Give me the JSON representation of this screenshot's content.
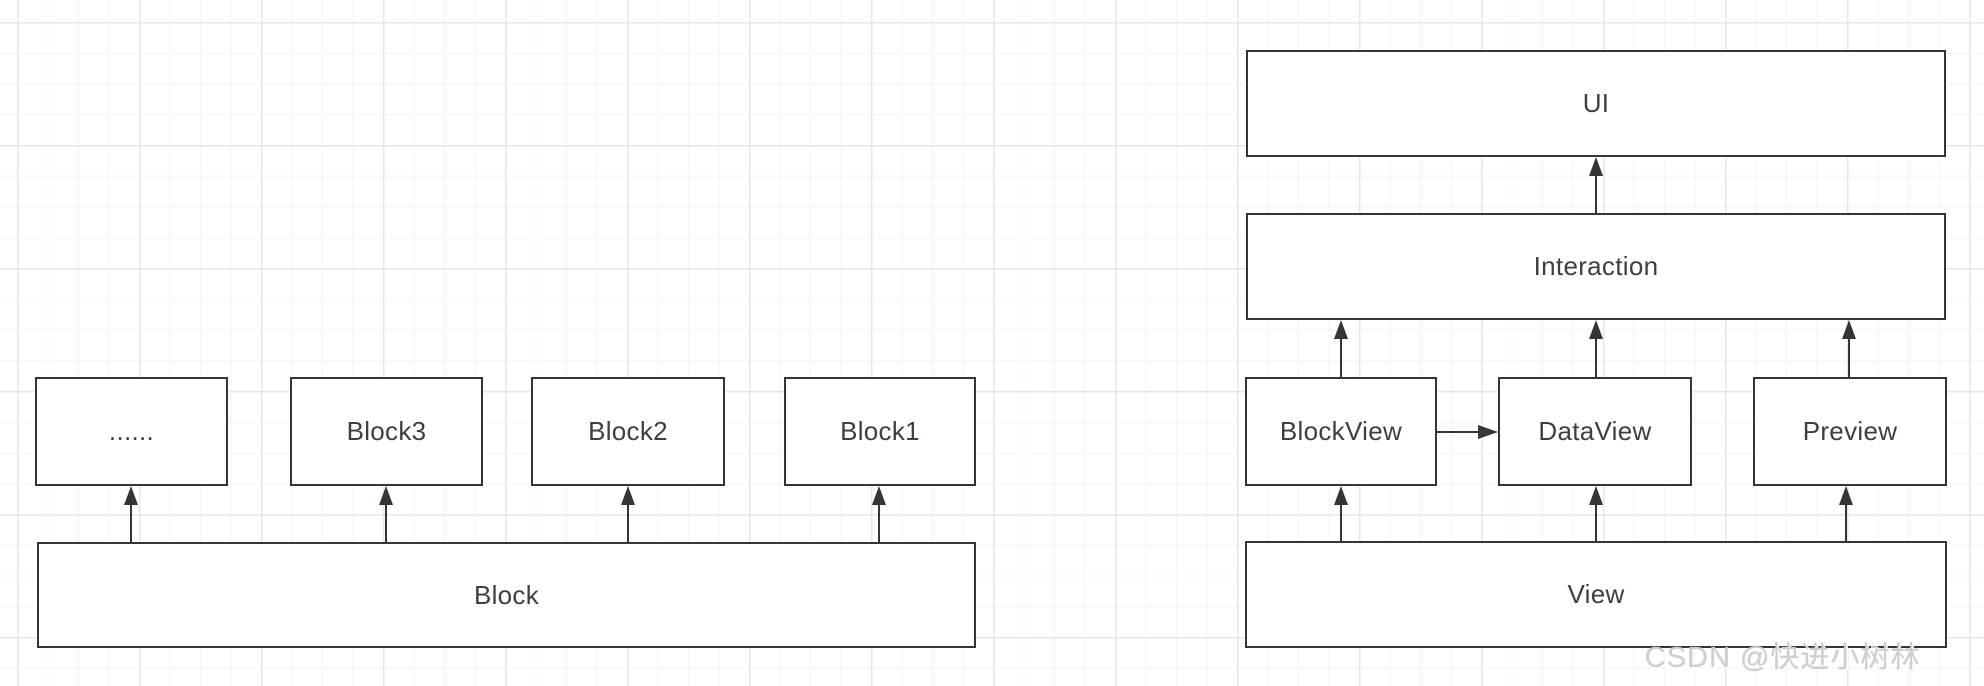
{
  "diagram": {
    "left_group": {
      "blocks_row": [
        "......",
        "Block3",
        "Block2",
        "Block1"
      ],
      "base": "Block"
    },
    "right_group": {
      "top": "UI",
      "middle": "Interaction",
      "views_row": [
        "BlockView",
        "DataView",
        "Preview"
      ],
      "base": "View"
    },
    "colors": {
      "stroke": "#31363b",
      "box_fill": "#ffffff",
      "text": "#3b4045",
      "grid_minor": "#f3f3f3",
      "grid_major": "#e6e6e6",
      "watermark": "#cdcdcd"
    }
  },
  "watermark": "CSDN @快进小树林"
}
